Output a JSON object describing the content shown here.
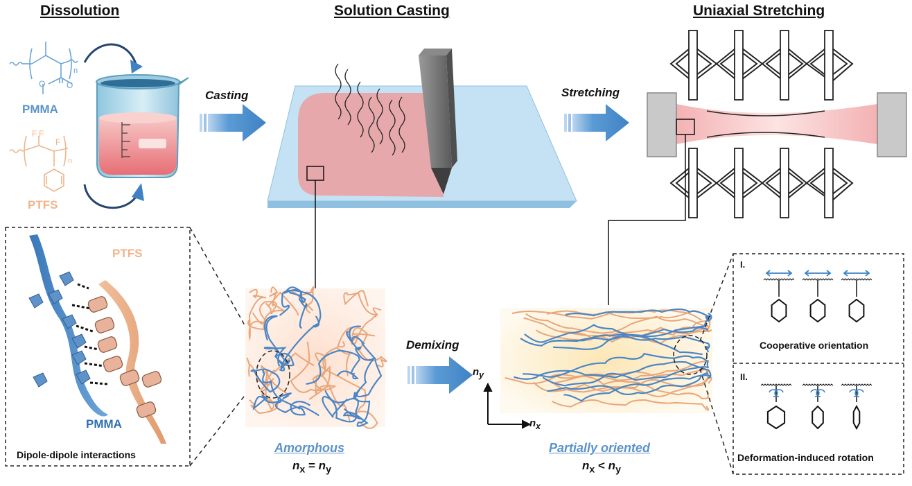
{
  "headers": {
    "dissolution": "Dissolution",
    "solution_casting": "Solution Casting",
    "uniaxial_stretching": "Uniaxial Stretching"
  },
  "steps": {
    "casting": "Casting",
    "stretching": "Stretching",
    "demixing": "Demixing"
  },
  "chemicals": {
    "pmma": "PMMA",
    "ptfs": "PTFS",
    "formula_ptfs_subscript": "n",
    "formula_pmma_subscript": "n",
    "fluorine_labels": [
      "F",
      "F",
      "F"
    ],
    "oxygen_labels": [
      "O",
      "O"
    ]
  },
  "interaction_panel": {
    "ptfs_label": "PTFS",
    "pmma_label": "PMMA",
    "caption": "Dipole-dipole interactions"
  },
  "amorphous": {
    "label": "Amorphous",
    "relation": "nx = ny",
    "relation_parts": [
      "n",
      "x",
      "=",
      "n",
      "y"
    ]
  },
  "oriented": {
    "label": "Partially oriented",
    "relation_parts": [
      "n",
      "x",
      "<",
      "n",
      "y"
    ],
    "axis_x": [
      "n",
      "x"
    ],
    "axis_y": [
      "n",
      "y"
    ]
  },
  "mechanism": {
    "part1_numeral": "I.",
    "part1_caption": "Cooperative orientation",
    "part2_numeral": "II.",
    "part2_caption": "Deformation-induced rotation"
  },
  "colors": {
    "pmma_blue": "#4a86c5",
    "ptfs_orange": "#e8a87c",
    "arrow_blue": "#5b9bd5",
    "film_pink": "#e9a3a6",
    "glass_blue": "#b9dcf2",
    "amorphous_bg": "#fde6d8",
    "oriented_bg": "#fdf1cf",
    "blade_gray": "#6e6e6e"
  }
}
